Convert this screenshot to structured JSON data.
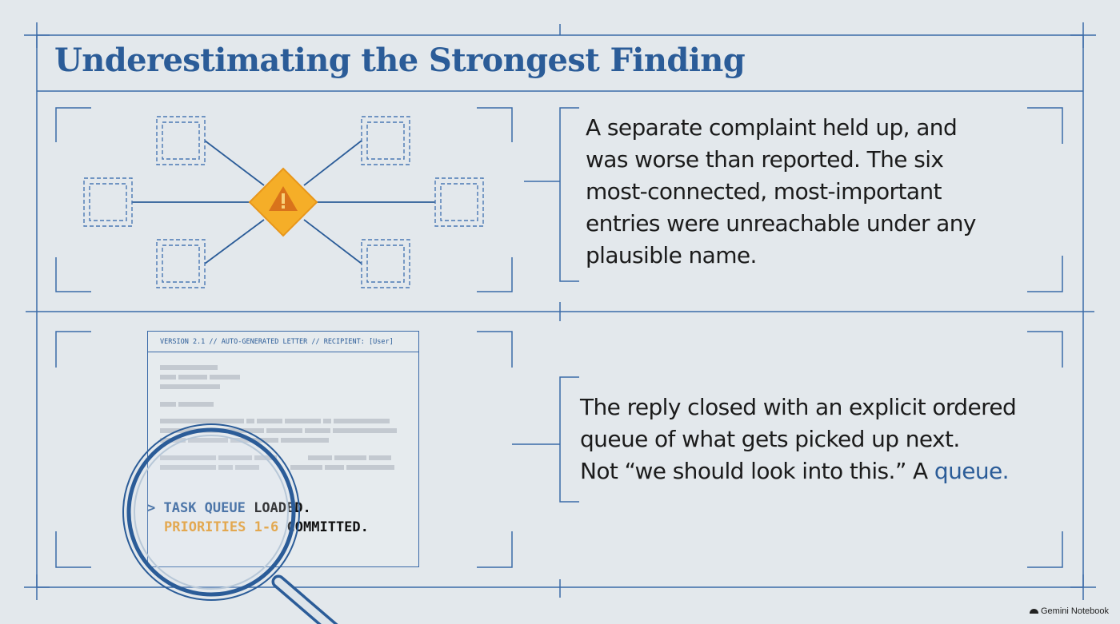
{
  "title": "Underestimating the Strongest Finding",
  "panel_top": {
    "lines": [
      "A separate complaint held up, and",
      "was worse than reported. The six",
      "most-connected, most-important",
      "entries were unreachable under any",
      "plausible name."
    ]
  },
  "panel_bottom": {
    "line1": "The reply closed with an explicit ordered",
    "line2": "queue of what gets picked up next.",
    "line3_pre": "Not “we should look into this.” A ",
    "line3_accent": "queue."
  },
  "document": {
    "header": "VERSION 2.1 // AUTO-GENERATED LETTER // RECIPIENT: [User]",
    "term1_prompt": "> ",
    "term1_highlight": "TASK QUEUE",
    "term1_rest": " LOADED.",
    "term2_highlight": "PRIORITIES 1-6",
    "term2_rest": " COMMITTED."
  },
  "watermark": "Gemini Notebook",
  "colors": {
    "accent": "#2b5c98",
    "warning": "#f5ae28",
    "background": "#e3e8ec"
  },
  "icons": [
    "warning-icon",
    "magnifier-icon"
  ]
}
